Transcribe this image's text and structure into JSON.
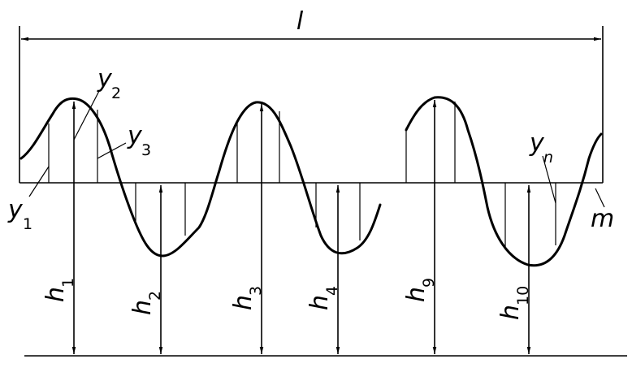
{
  "labels": {
    "length": "l",
    "mean_line": "m",
    "y": "y",
    "h": "h"
  },
  "ordinates": [
    {
      "sub": "1"
    },
    {
      "sub": "2"
    },
    {
      "sub": "3"
    },
    {
      "sub": "n"
    }
  ],
  "heights": [
    {
      "sub": "1"
    },
    {
      "sub": "2"
    },
    {
      "sub": "3"
    },
    {
      "sub": "4"
    },
    {
      "sub": "9"
    },
    {
      "sub": "10"
    }
  ]
}
